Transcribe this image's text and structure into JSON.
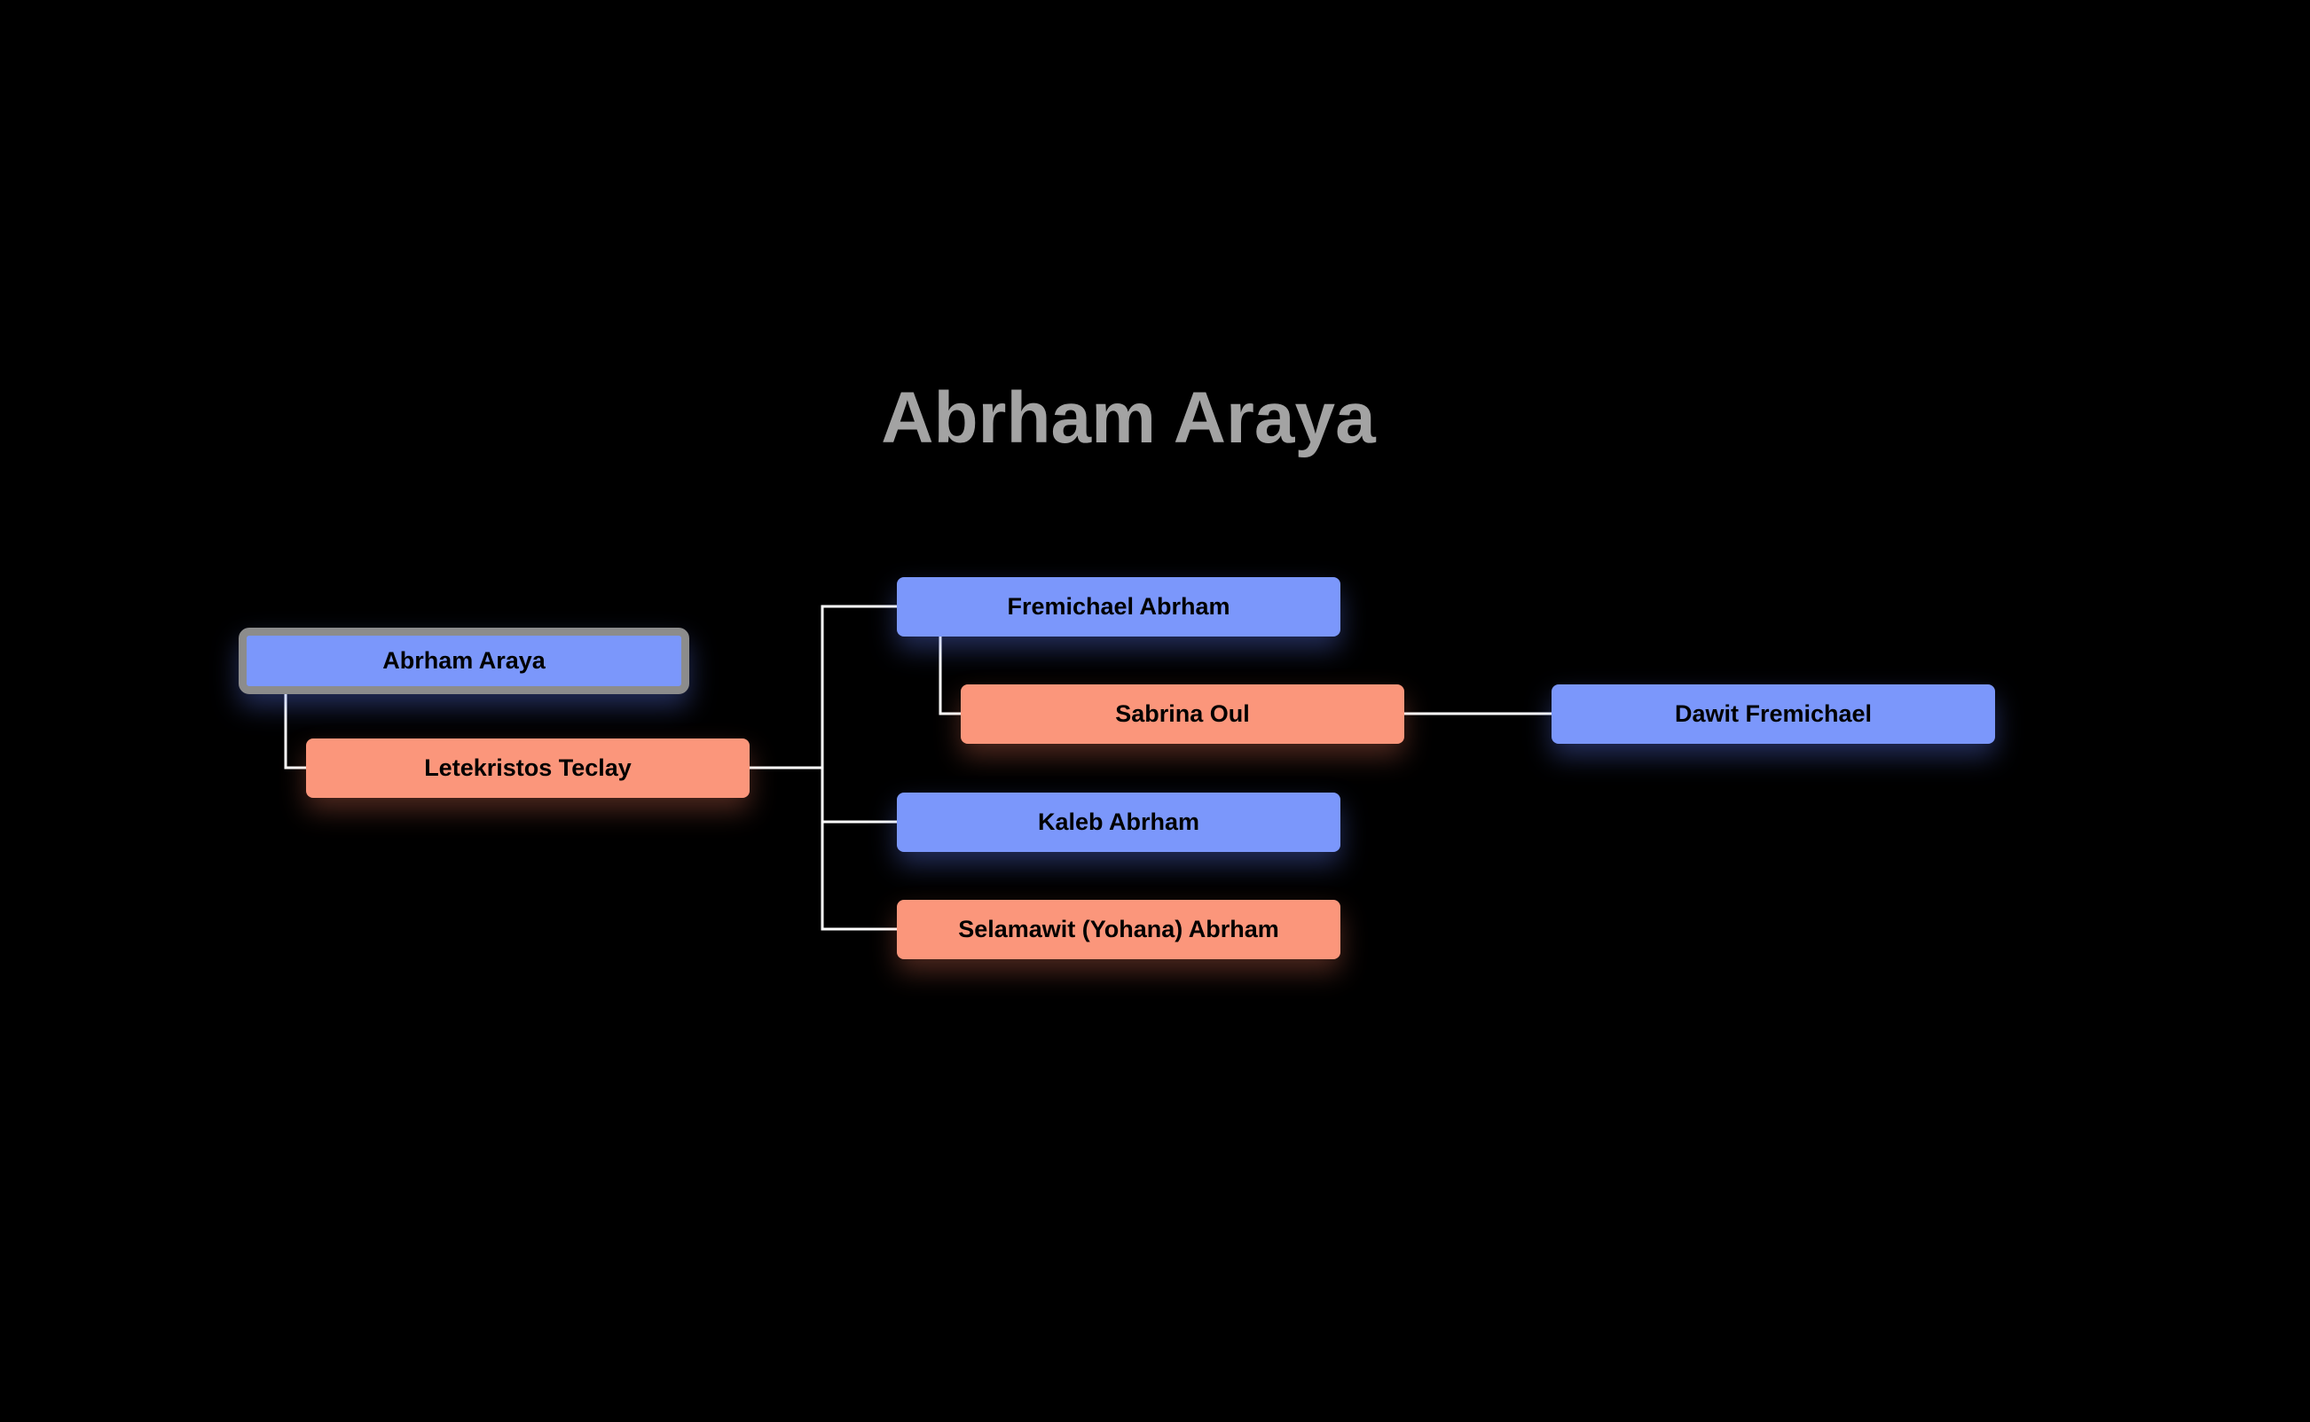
{
  "title": "Abrham Araya",
  "colors": {
    "male": "#7b97fb",
    "female": "#fb967b",
    "selected_border": "#8c8c8c"
  },
  "nodes": {
    "root": "Abrham Araya",
    "spouse": "Letekristos Teclay",
    "child1": "Fremichael Abrham",
    "child1_spouse": "Sabrina Oul",
    "grandchild": "Dawit Fremichael",
    "child2": "Kaleb Abrham",
    "child3": "Selamawit (Yohana) Abrham"
  }
}
